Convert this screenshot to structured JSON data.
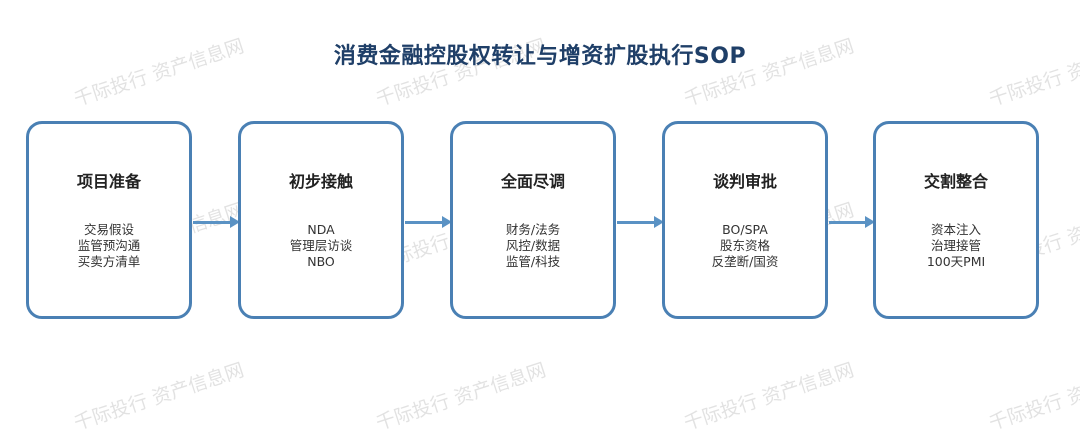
{
  "title": "消费金融控股权转让与增资扩股执行SOP",
  "steps": [
    {
      "title": "项目准备",
      "items": [
        "交易假设",
        "监管预沟通",
        "买卖方清单"
      ]
    },
    {
      "title": "初步接触",
      "items": [
        "NDA",
        "管理层访谈",
        "NBO"
      ]
    },
    {
      "title": "全面尽调",
      "items": [
        "财务/法务",
        "风控/数据",
        "监管/科技"
      ]
    },
    {
      "title": "谈判审批",
      "items": [
        "BO/SPA",
        "股东资格",
        "反垄断/国资"
      ]
    },
    {
      "title": "交割整合",
      "items": [
        "资本注入",
        "治理接管",
        "100天PMI"
      ]
    }
  ],
  "watermark": "千际投行 资产信息网",
  "colors": {
    "box_border": "#4a80b4",
    "arrow": "#5a92c4",
    "title": "#1f3f68"
  }
}
